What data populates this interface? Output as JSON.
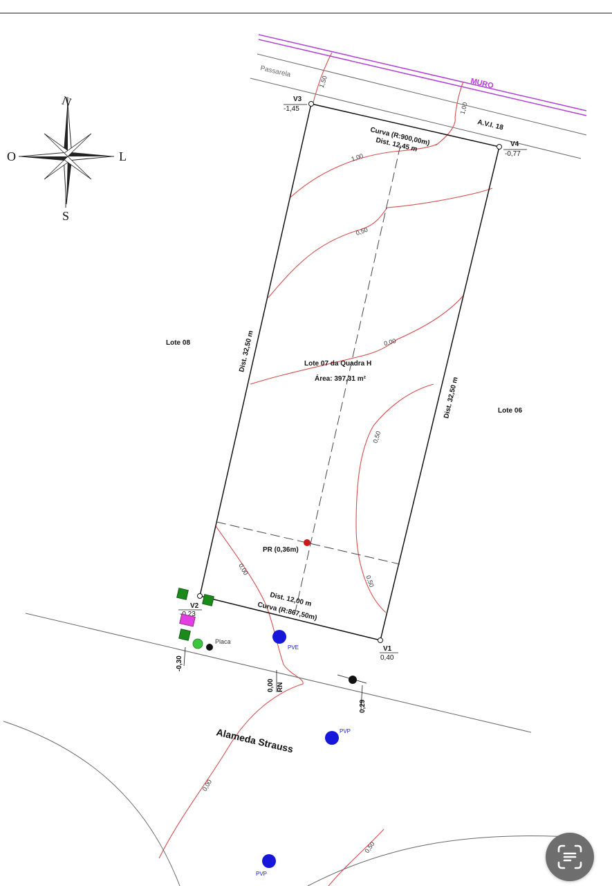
{
  "compass": {
    "north": "N",
    "south": "S",
    "east": "L",
    "west": "O"
  },
  "labels": {
    "muro": "MURO",
    "passarela": "Passarela",
    "avi": "A.V.I. 18",
    "lote_left": "Lote 08",
    "lote_right": "Lote 06",
    "lote_title": "Lote 07 da Quadra H",
    "area": "Área: 397,31 m²",
    "dist_left": "Dist. 32,50 m",
    "dist_right": "Dist. 32,50 m",
    "top_curve": "Curva (R:900,00m)",
    "top_dist": "Dist. 12,45 m",
    "bottom_dist": "Dist. 12,00 m",
    "bottom_curve": "Curva (R:867,50m)",
    "pr": "PR (0,36m)",
    "placa": "Placa",
    "pve": "PVE",
    "pvp1": "PVP",
    "pvp2": "PVP",
    "street": "Alameda Strauss",
    "rn": "RN"
  },
  "vertices": [
    {
      "name": "V1",
      "level": "0,40"
    },
    {
      "name": "V2",
      "level": "-0,23"
    },
    {
      "name": "V3",
      "level": "-1,45"
    },
    {
      "name": "V4",
      "level": "-0,77"
    }
  ],
  "contours": {
    "c1": "1,50",
    "c2": "1,00",
    "c3": "1,00",
    "c4": "0,50",
    "c5": "0,00",
    "c6": "0,50",
    "c7": "0,00",
    "c8": "0,50",
    "c9": "0,00",
    "c10": "0,50"
  },
  "street_levels": {
    "left": "-0,30",
    "center": "0,00",
    "right": "0,29"
  },
  "colors": {
    "lot_outline": "#111111",
    "contour": "#d94b4b",
    "muro": "#b13fd6",
    "marker_green": "#1a8a1a",
    "marker_magenta": "#e23ee0",
    "pv_blue": "#1717d9",
    "pr_red": "#cc1a1a"
  },
  "scan_button": {
    "icon": "text-scan-icon"
  }
}
